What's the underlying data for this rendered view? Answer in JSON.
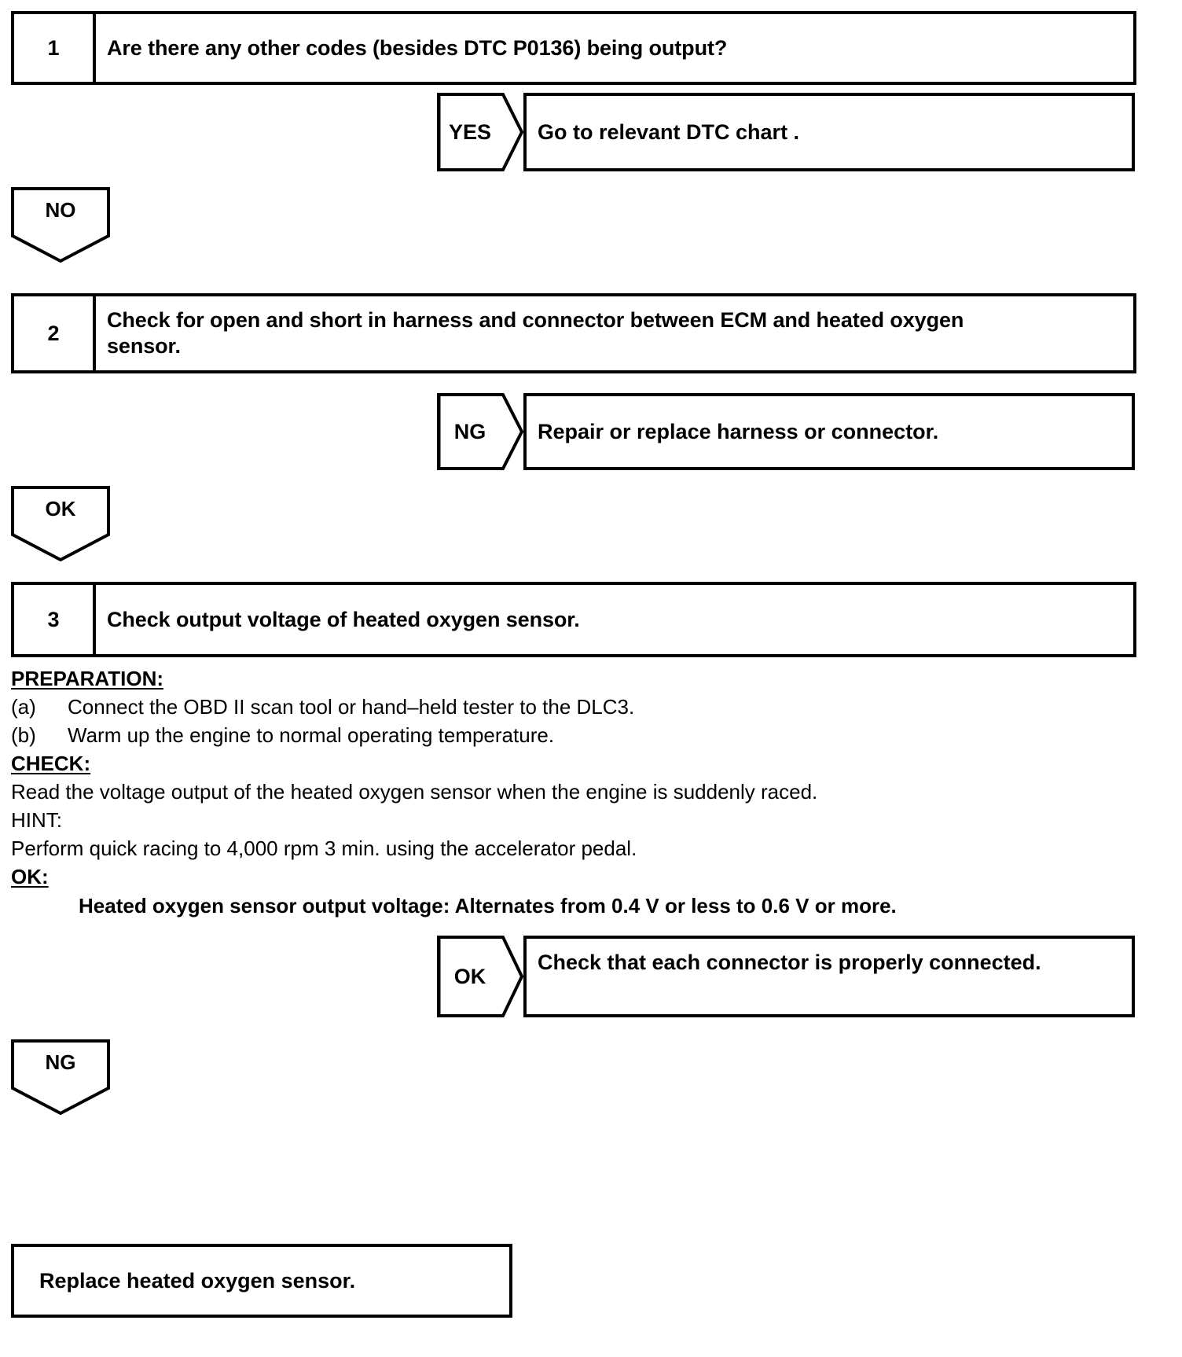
{
  "document": {
    "type": "diagnostic-flowchart",
    "title": "DTC P0136 Heated Oxygen Sensor Diagnostic Flowchart",
    "line_color": "#000000",
    "background": "#ffffff"
  },
  "steps": [
    {
      "number": "1",
      "text": "Are there any other codes (besides DTC P0136) being output?"
    },
    {
      "number": "2",
      "text": "Check for open and short in harness and connector between ECM and heated oxygen sensor."
    },
    {
      "number": "3",
      "text": "Check output voltage of heated oxygen sensor."
    }
  ],
  "branches": [
    {
      "tag": "YES",
      "text": "Go to relevant DTC chart ."
    },
    {
      "tag": "NG",
      "text": "Repair or replace harness or connector."
    },
    {
      "tag": "OK",
      "text": "Check that each connector is properly connected."
    }
  ],
  "down_arrows": [
    {
      "label": "NO"
    },
    {
      "label": "OK"
    },
    {
      "label": "NG"
    }
  ],
  "procedure": {
    "preparation_header": "PREPARATION:",
    "preparation_items": [
      {
        "mark": "(a)",
        "text": "Connect the OBD II scan tool or hand–held tester to the DLC3."
      },
      {
        "mark": "(b)",
        "text": "Warm up the engine to normal operating temperature."
      }
    ],
    "check_header": "CHECK:",
    "check_text": "Read the voltage output of the heated oxygen sensor when the engine is suddenly raced.",
    "hint_header": "HINT:",
    "hint_text": "Perform quick racing to 4,000 rpm 3 min. using the accelerator pedal.",
    "ok_header": "OK:",
    "ok_spec": "Heated oxygen sensor output voltage: Alternates from 0.4 V or less to 0.6 V or more."
  },
  "terminal": {
    "text": "Replace heated oxygen sensor."
  }
}
